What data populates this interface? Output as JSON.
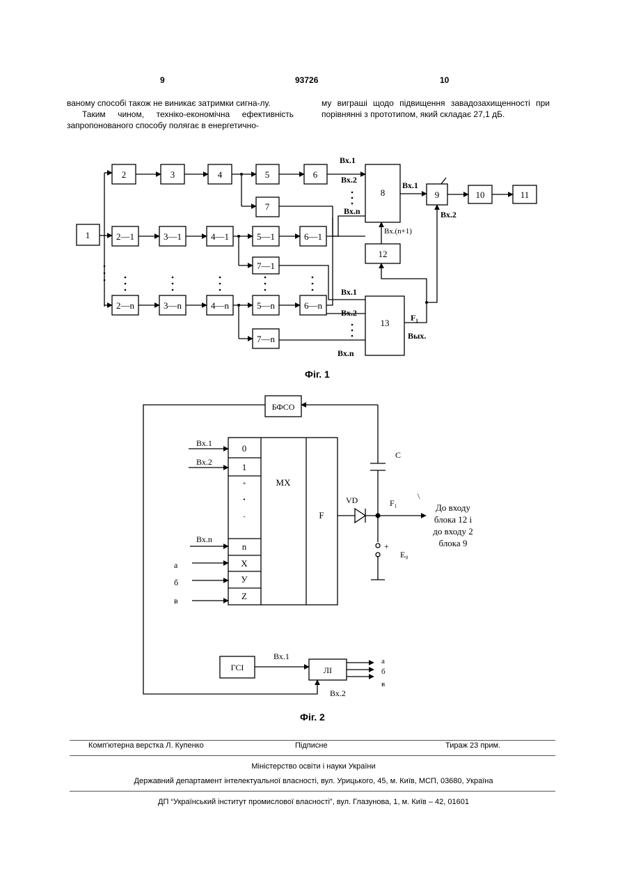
{
  "header": {
    "left_page": "9",
    "patent_number": "93726",
    "right_page": "10"
  },
  "text": {
    "col_left_p1": "ваному способі також не виникає затримки сигна-лу.",
    "col_left_p2": "Таким чином, техніко-економічна ефективність запропонованого способу полягає в енергетично-",
    "col_right_p1": "му виграші щодо підвищення завадозахищенності при порівнянні з прототипом, який складає 27,1 дБ."
  },
  "fig1": {
    "caption": "Фіг. 1",
    "blocks": {
      "b1": "1",
      "b2": "2",
      "b3": "3",
      "b4": "4",
      "b5": "5",
      "b6": "6",
      "b7": "7",
      "b8": "8",
      "b9": "9",
      "b10": "10",
      "b11": "11",
      "b12": "12",
      "b13": "13",
      "b2_1": "2—1",
      "b3_1": "3—1",
      "b4_1": "4—1",
      "b5_1": "5—1",
      "b6_1": "6—1",
      "b7_1": "7—1",
      "b2_n": "2—n",
      "b3_n": "3—n",
      "b4_n": "4—n",
      "b5_n": "5—n",
      "b6_n": "6—n",
      "b7_n": "7—n"
    },
    "labels": {
      "in8_1": "Вх.1",
      "in8_2": "Вх.2",
      "in8_n": "Вх.n",
      "in8_n1": "Вх.(n+1)",
      "in9_1": "Вх.1",
      "in9_2": "Вх.2",
      "in13_1": "Вх.1",
      "in13_2": "Вх.2",
      "in13_n": "Вх.n",
      "f1": "F₁",
      "out": "Вых."
    }
  },
  "fig2": {
    "caption": "Фіг. 2",
    "bfso": "БФСО",
    "mx": "MX",
    "f": "F",
    "mx_inputs": [
      "0",
      "1",
      "n",
      "X",
      "У",
      "Z"
    ],
    "mx_dots": [
      "+",
      "•",
      "-"
    ],
    "in_labels": {
      "vx1": "Вх.1",
      "vx2": "Вх.2",
      "vxn": "Вх.n"
    },
    "abv_left": [
      "а",
      "б",
      "в"
    ],
    "c": "C",
    "vd": "VD",
    "f1": "F₁",
    "en": "E₀",
    "plus": "+",
    "dest": [
      "До входу",
      "блока 12 і",
      "до входу 2",
      "блока 9"
    ],
    "gsi": "ГСІ",
    "li": "ЛІ",
    "gsi_vx1": "Вх.1",
    "li_vx2": "Вх.2",
    "abv_right": [
      "а",
      "б",
      "в"
    ],
    "slash": "\\"
  },
  "footer": {
    "layout": "Комп'ютерна верстка Л. Купенко",
    "signed": "Підписне",
    "circulation": "Тираж 23 прим.",
    "ministry": "Міністерство освіти і науки України",
    "department": "Державний департамент інтелектуальної власності, вул. Урицького, 45, м. Київ, МСП, 03680, Україна",
    "institute": "ДП “Український інститут промислової власності”, вул. Глазунова, 1, м. Київ – 42, 01601"
  }
}
